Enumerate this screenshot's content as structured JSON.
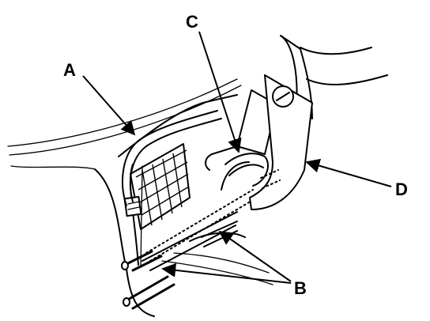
{
  "figure": {
    "callouts": {
      "a": "A",
      "b": "B",
      "c": "C",
      "d": "D"
    }
  }
}
